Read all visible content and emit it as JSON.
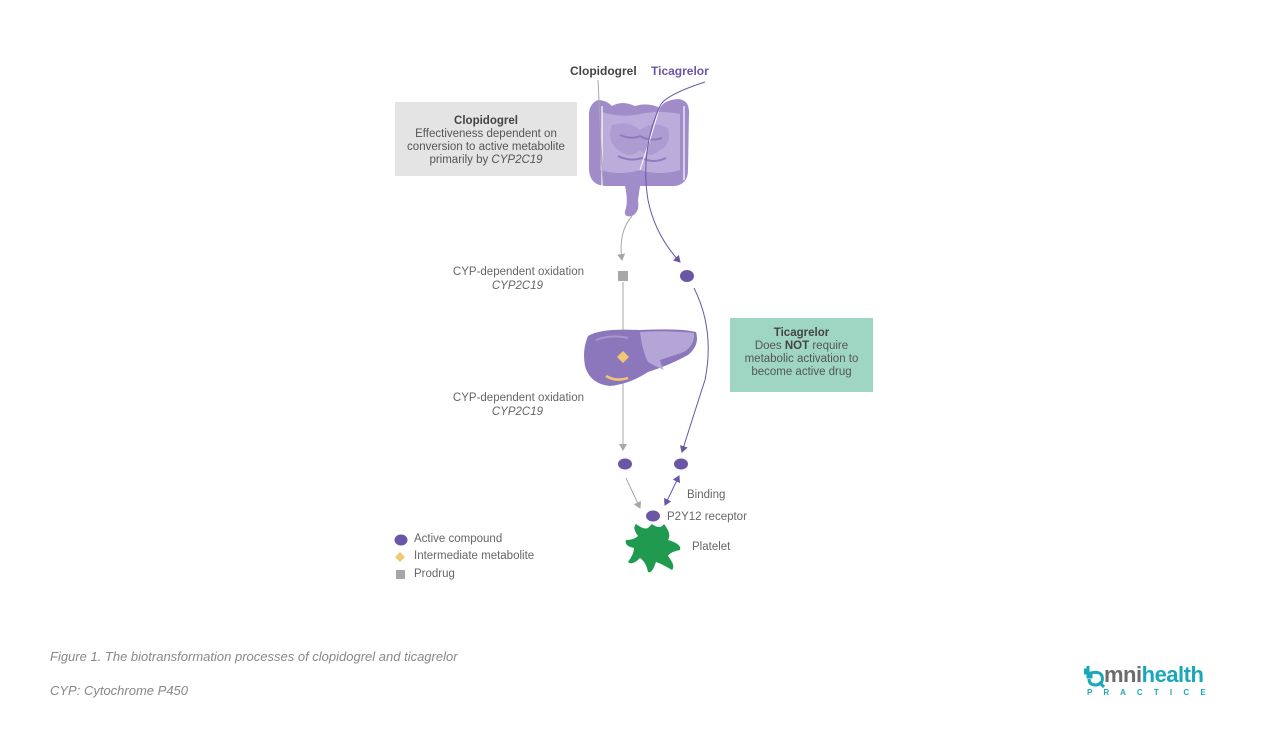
{
  "drugs": {
    "clopidogrel": "Clopidogrel",
    "ticagrelor": "Ticagrelor"
  },
  "clopidogrel_box": {
    "title": "Clopidogrel",
    "line1": "Effectiveness dependent on",
    "line2": "conversion to active metabolite",
    "line3_prefix": "primarily by ",
    "line3_gene": "CYP2C19"
  },
  "ticagrelor_box": {
    "title": "Ticagrelor",
    "line1_prefix": "Does ",
    "line1_bold": "NOT",
    "line1_suffix": " require",
    "line2": "metabolic activation to",
    "line3": "become active drug"
  },
  "oxidation_1": {
    "text": "CYP-dependent oxidation",
    "gene": "CYP2C19"
  },
  "oxidation_2": {
    "text": "CYP-dependent oxidation",
    "gene": "CYP2C19"
  },
  "binding": "Binding",
  "receptor": "P2Y12 receptor",
  "platelet": "Platelet",
  "legend": {
    "active": "Active compound",
    "intermediate": "Intermediate metabolite",
    "prodrug": "Prodrug"
  },
  "caption": "Figure 1. The biotransformation processes of clopidogrel and ticagrelor",
  "footnote": "CYP: Cytochrome P450",
  "logo": {
    "main_prefix": "mni",
    "main_suffix": "health",
    "sub": "P R A C T I C E"
  },
  "colors": {
    "purple": "#6b56a6",
    "purple_light": "#a08cc8",
    "grey": "#a7a7a7",
    "intermediate": "#f2c772",
    "green": "#1f9a4e",
    "ticagrelor_box": "#9fd6c3",
    "clopidogrel_box": "#e4e4e4",
    "logo_teal": "#1aa8b8"
  }
}
